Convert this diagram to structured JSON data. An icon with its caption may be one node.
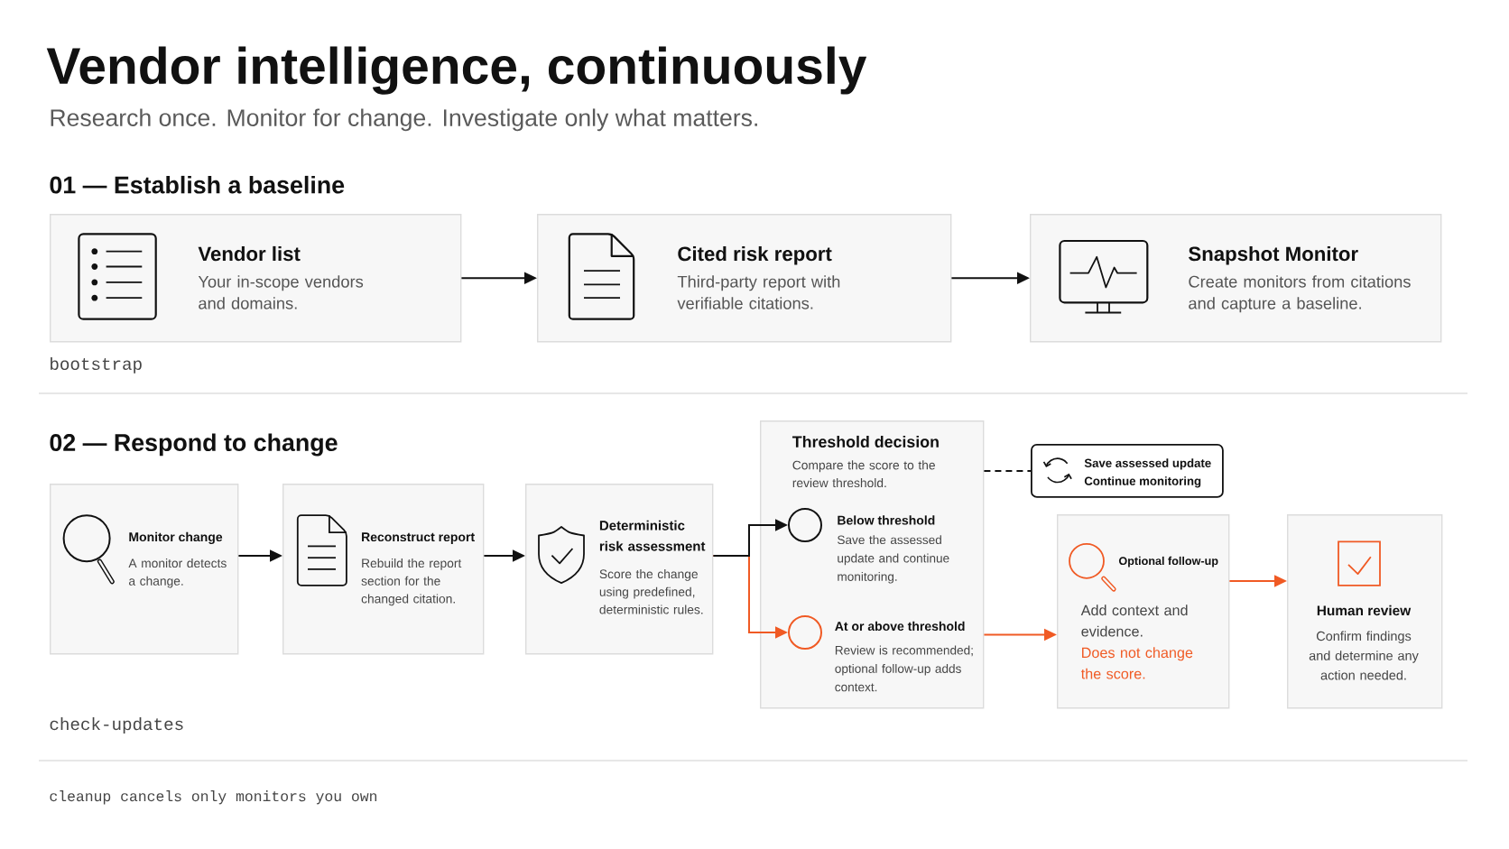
{
  "diagram": {
    "title": "Vendor intelligence, continuously",
    "nodes": [
      {
        "text": [
          "Vendor list",
          "Your in-scope vendors and domains."
        ]
      },
      {
        "text": [
          "Cited risk report",
          "Third-party report with verifiable citations."
        ]
      },
      {
        "text": [
          "Snapshot Monitor",
          "Create monitors from citations and capture a baseline."
        ]
      },
      {
        "text": [
          "Monitor change",
          "A monitor detects a change."
        ]
      },
      {
        "text": [
          "Reconstruct report",
          "Rebuild the report section for the changed citation."
        ]
      },
      {
        "text": [
          "Deterministic risk assessment",
          "Score the change using predefined, deterministic rules."
        ]
      },
      {
        "text": [
          "Threshold decision",
          "Compare the score to the review threshold."
        ]
      },
      {
        "text": [],
        "shape": "circle",
        "in": 6,
        "beside": [
          "Below threshold",
          "Save the assessed update and continue monitoring."
        ]
      },
      {
        "text": [],
        "shape": "circle",
        "in": 6,
        "beside": [
          "At or above threshold",
          "Review is recommended; optional follow-up adds context."
        ]
      },
      {
        "text": [
          "Save assessed update",
          "Continue monitoring"
        ]
      },
      {
        "text": [
          "Optional follow-up",
          "Add context and evidence.",
          "Does not change the score."
        ]
      },
      {
        "text": [
          "Human review",
          "Confirm findings and determine any action needed."
        ]
      }
    ],
    "edges": [
      {
        "from": 0,
        "to": 1,
        "arrow": "to"
      },
      {
        "from": 1,
        "to": 2,
        "arrow": "to"
      },
      {
        "from": 3,
        "to": 4,
        "arrow": "to"
      },
      {
        "from": 4,
        "to": 5,
        "arrow": "to"
      },
      {
        "from": 5,
        "to": 7,
        "arrow": "to"
      },
      {
        "from": 5,
        "to": 8,
        "arrow": "to",
        "color": "#f05a24"
      },
      {
        "from": 6,
        "to": 9,
        "arrow": "none",
        "style": "dashed"
      },
      {
        "from": 6,
        "to": 10,
        "arrow": "to",
        "color": "#f05a24"
      },
      {
        "from": 10,
        "to": 11,
        "arrow": "to",
        "color": "#f05a24"
      }
    ],
    "labels": [
      "Research once. Monitor for change. Investigate only what matters.",
      "01 — Establish a baseline",
      "bootstrap",
      "02 — Respond to change",
      "check-updates",
      "cleanup cancels only monitors you own"
    ]
  }
}
